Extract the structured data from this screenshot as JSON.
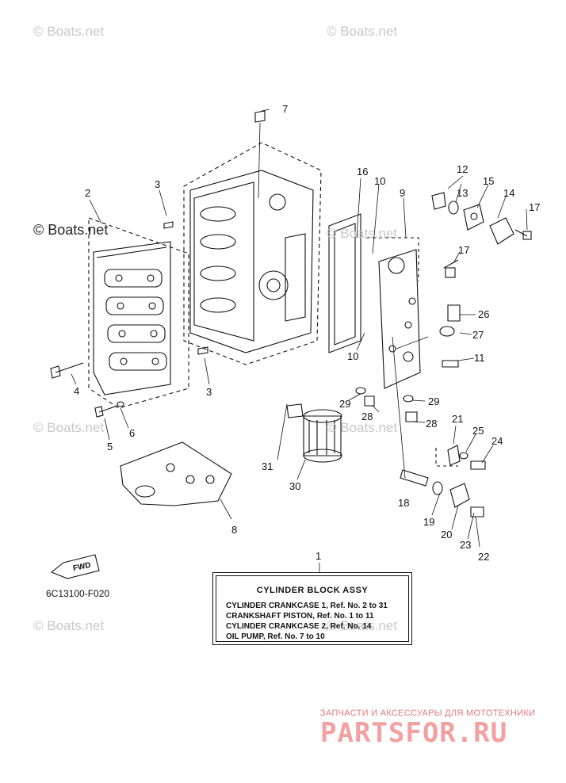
{
  "watermarks": {
    "text": "© Boats.net",
    "dark_text": "© Boats.net"
  },
  "callouts": [
    "1",
    "2",
    "3",
    "3",
    "4",
    "5",
    "6",
    "7",
    "8",
    "9",
    "10",
    "10",
    "11",
    "12",
    "13",
    "14",
    "15",
    "16",
    "17",
    "17",
    "18",
    "19",
    "20",
    "21",
    "22",
    "23",
    "24",
    "25",
    "26",
    "27",
    "28",
    "28",
    "29",
    "29",
    "30",
    "31"
  ],
  "part_code": "6C13100-F020",
  "fwd_label": "FWD",
  "assembly": {
    "title": "CYLINDER BLOCK ASSY",
    "lines": [
      "CYLINDER CRANKCASE 1,   Ref. No. 2 to 31",
      "CRANKSHAFT PISTON,        Ref. No. 1 to 11",
      "CYLINDER CRANKCASE 2,   Ref. No. 14",
      "OIL PUMP,   Ref. No. 7 to 10"
    ]
  },
  "brand": {
    "tagline": "ЗАПЧАСТИ И АКСЕССУАРЫ ДЛЯ МОТОТЕХНИКИ",
    "name": "PARTSFOR.RU"
  },
  "colors": {
    "line": "#111111",
    "watermark": "#c8c8c8",
    "brand": "#f2a0a0"
  }
}
